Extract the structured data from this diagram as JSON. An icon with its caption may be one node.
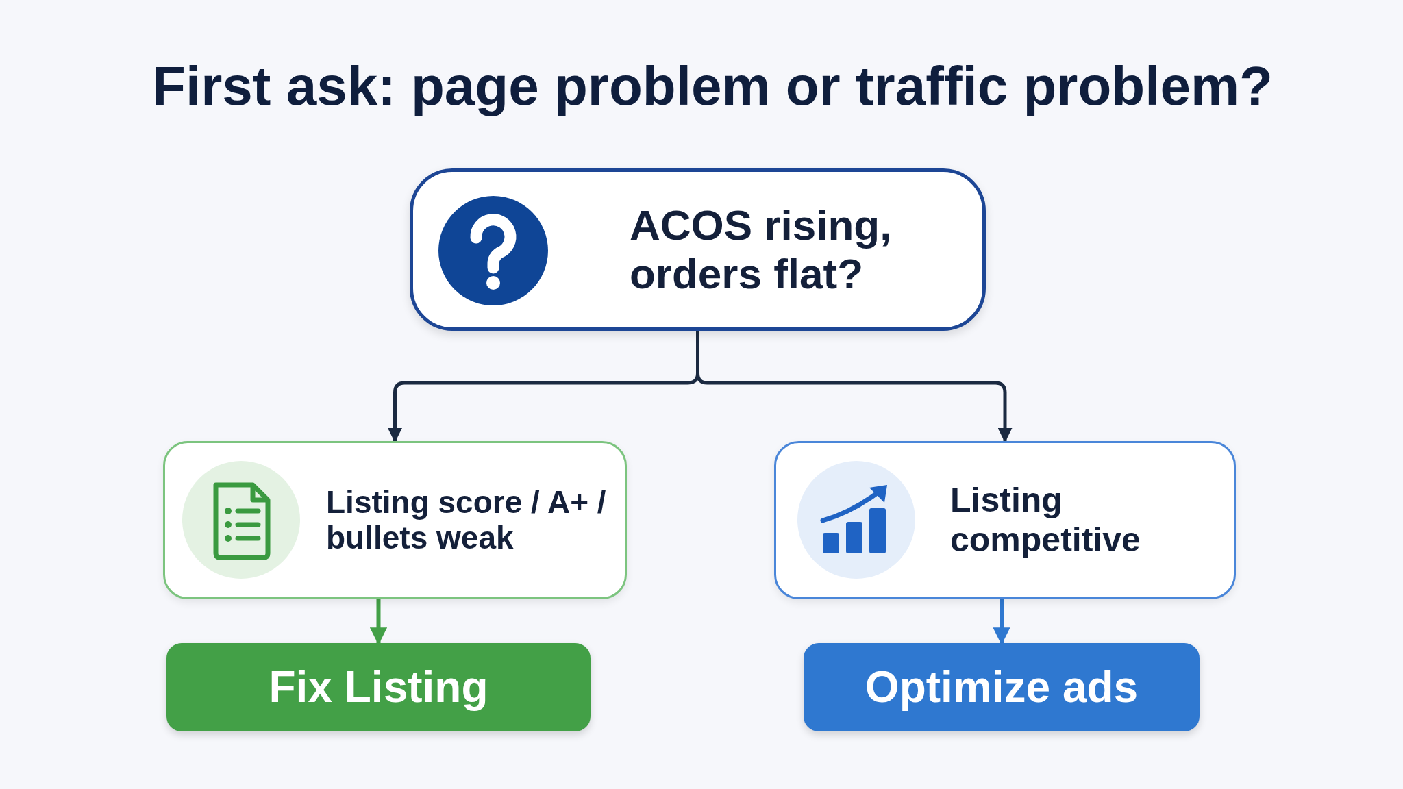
{
  "diagram": {
    "title": "First ask: page problem or traffic problem?",
    "nodes": [
      {
        "text": [
          "ACOS rising, orders flat?"
        ]
      },
      {
        "text": [
          "Listing score / A+ / bullets weak"
        ]
      },
      {
        "text": [
          "Listing competitive"
        ]
      },
      {
        "text": [
          "Fix Listing"
        ]
      },
      {
        "text": [
          "Optimize ads"
        ]
      }
    ],
    "edges": [
      {
        "from": 0,
        "to": 1,
        "arrow": "to",
        "color": "#1b2a41"
      },
      {
        "from": 0,
        "to": 2,
        "arrow": "to",
        "color": "#1b2a41"
      },
      {
        "from": 1,
        "to": 3,
        "arrow": "to",
        "color": "#43a047"
      },
      {
        "from": 2,
        "to": 4,
        "arrow": "to",
        "color": "#2f78d0"
      }
    ]
  }
}
